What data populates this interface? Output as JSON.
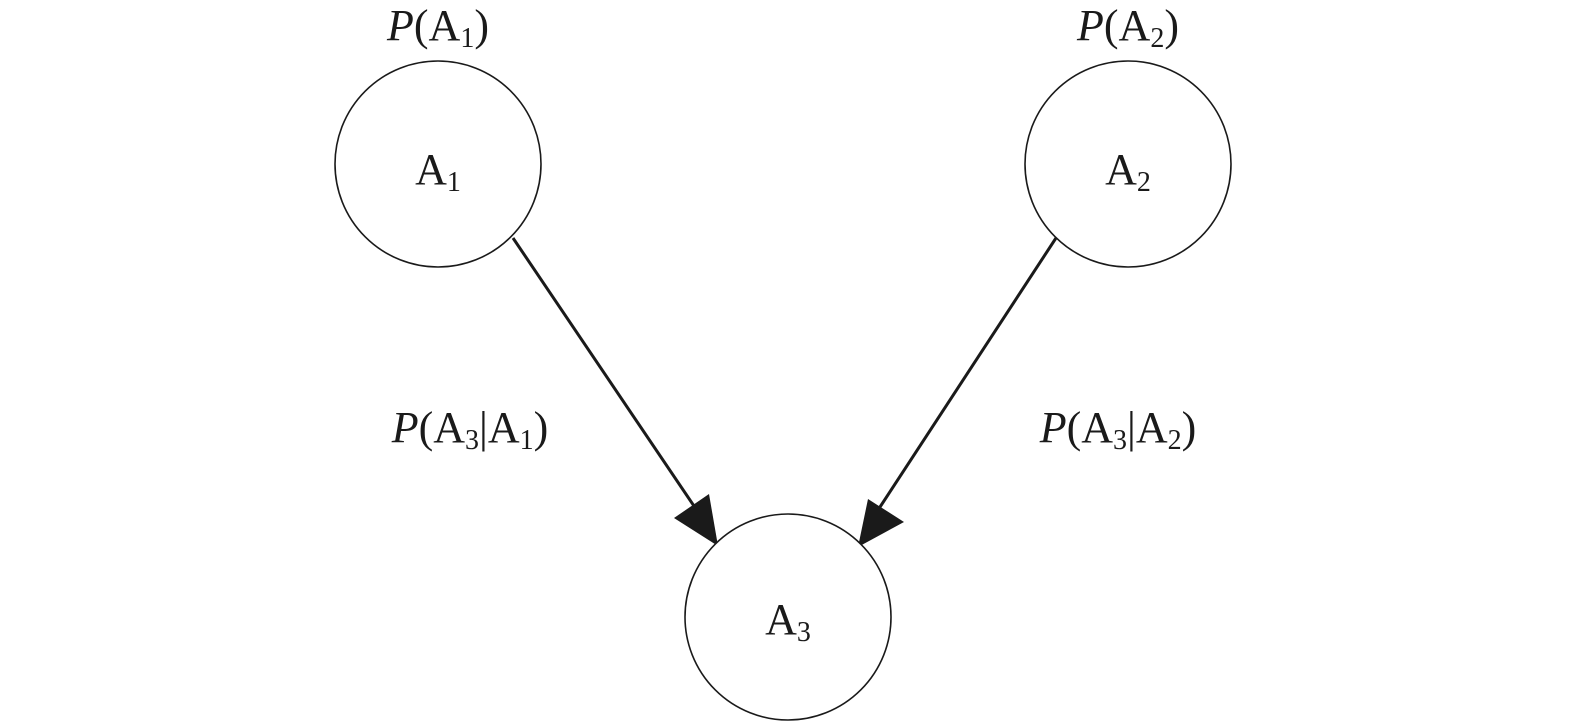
{
  "nodes": [
    {
      "id": "A1",
      "letter": "A",
      "sub": "1"
    },
    {
      "id": "A2",
      "letter": "A",
      "sub": "2"
    },
    {
      "id": "A3",
      "letter": "A",
      "sub": "3"
    }
  ],
  "priors": {
    "a1": {
      "func": "P",
      "open": "(",
      "letter": "A",
      "sub": "1",
      "close": ")"
    },
    "a2": {
      "func": "P",
      "open": "(",
      "letter": "A",
      "sub": "2",
      "close": ")"
    }
  },
  "conditionals": {
    "a3_given_a1": {
      "func": "P",
      "open": "(",
      "letter": "A",
      "sub": "3",
      "bar": "|",
      "given_letter": "A",
      "given_sub": "1",
      "close": ")"
    },
    "a3_given_a2": {
      "func": "P",
      "open": "(",
      "letter": "A",
      "sub": "3",
      "bar": "|",
      "given_letter": "A",
      "given_sub": "2",
      "close": ")"
    }
  },
  "edges": [
    {
      "from": "A1",
      "to": "A3"
    },
    {
      "from": "A2",
      "to": "A3"
    }
  ]
}
